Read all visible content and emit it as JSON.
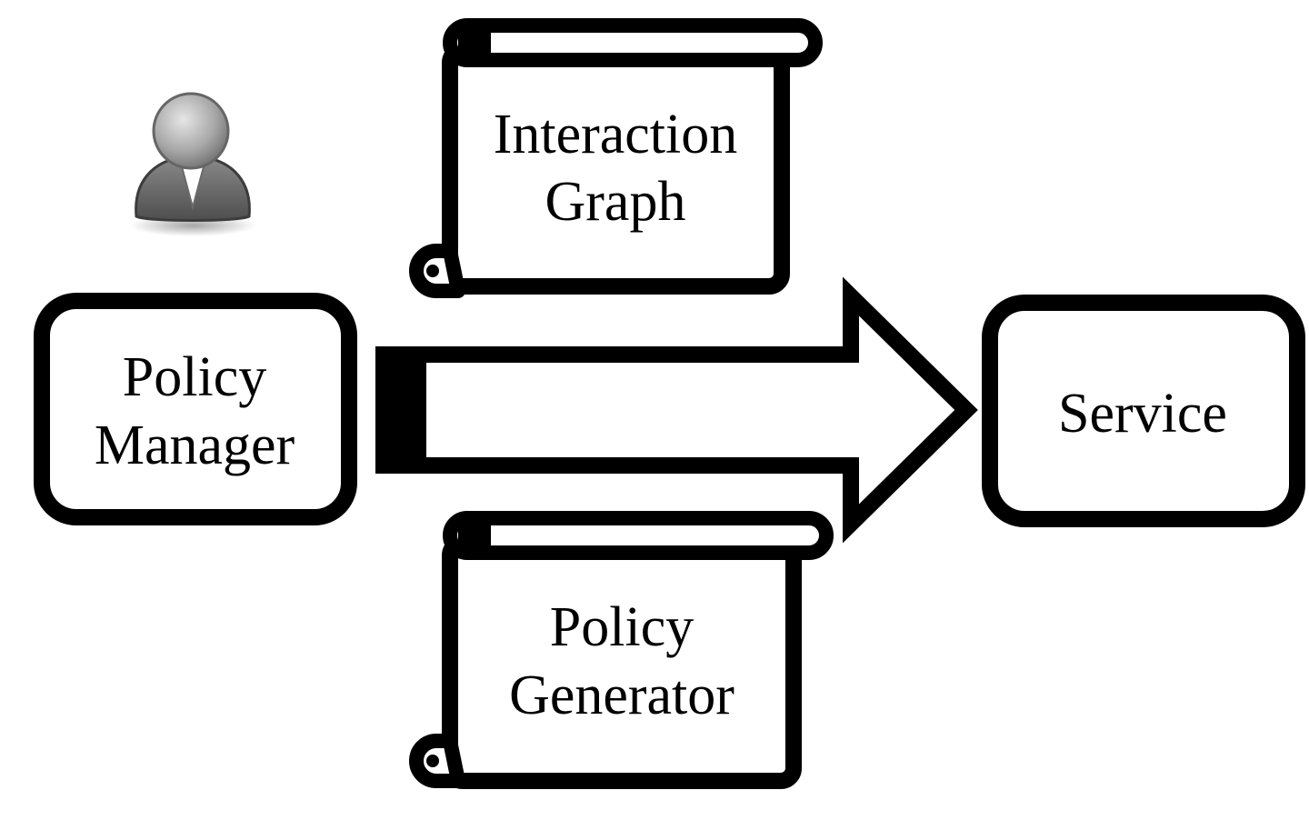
{
  "diagram": {
    "policy_manager": {
      "line1": "Policy",
      "line2": "Manager"
    },
    "interaction_graph": {
      "line1": "Interaction",
      "line2": "Graph"
    },
    "policy_generator": {
      "line1": "Policy",
      "line2": "Generator"
    },
    "service": {
      "label": "Service"
    },
    "icons": {
      "user": "user-icon",
      "scroll": "scroll-icon",
      "arrow": "arrow-right"
    },
    "colors": {
      "stroke": "#000000",
      "fill": "#ffffff",
      "user_icon": "#7a7a7a"
    }
  }
}
